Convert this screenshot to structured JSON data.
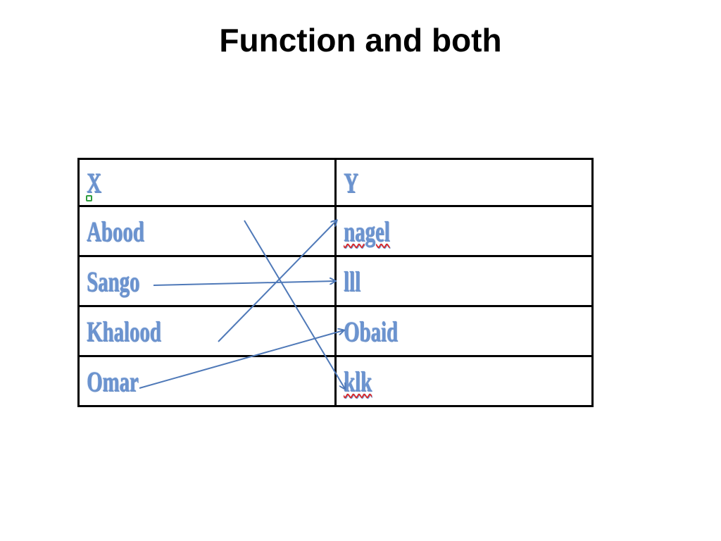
{
  "slide": {
    "title": "Function and both"
  },
  "table": {
    "headers": {
      "x": "X",
      "y": "Y"
    },
    "x_values": [
      "Abood",
      "Sango",
      "Khalood",
      "Omar"
    ],
    "y_values": [
      "nagel",
      "lll",
      "Obaid",
      "klk"
    ],
    "misspelled_y": [
      "nagel",
      "klk"
    ]
  },
  "mapping": [
    {
      "from": "Abood",
      "to": "klk"
    },
    {
      "from": "Sango",
      "to": "lll"
    },
    {
      "from": "Khalood",
      "to": "nagel"
    },
    {
      "from": "Omar",
      "to": "Obaid"
    }
  ],
  "colors": {
    "arrow": "#4f79b8",
    "cell_text": "#6b93cf",
    "spell_underline": "#e0201e"
  }
}
